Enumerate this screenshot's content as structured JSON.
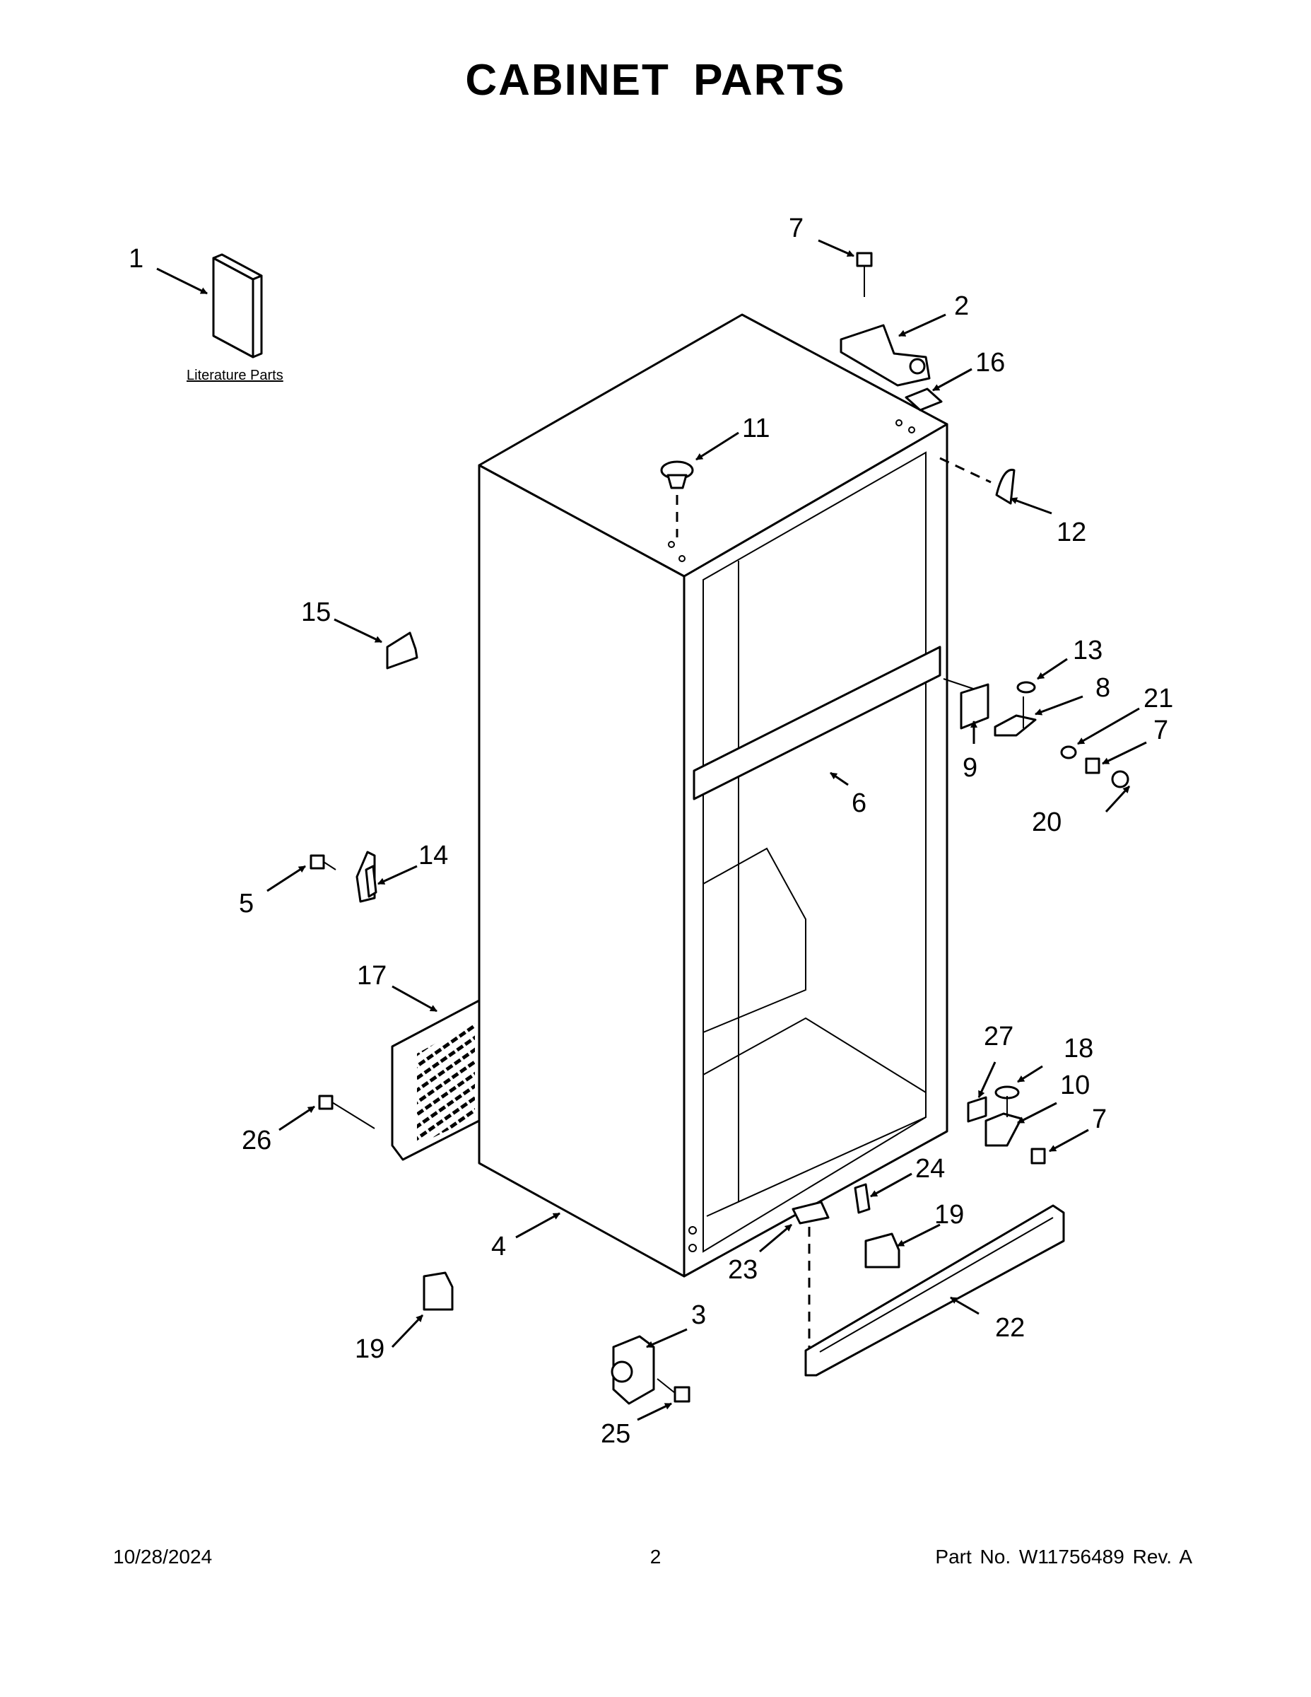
{
  "title": "CABINET PARTS",
  "literature_label": "Literature Parts",
  "callouts": {
    "c1": "1",
    "c2": "2",
    "c3": "3",
    "c4": "4",
    "c5": "5",
    "c6": "6",
    "c7a": "7",
    "c7b": "7",
    "c7c": "7",
    "c8": "8",
    "c9": "9",
    "c10": "10",
    "c11": "11",
    "c12": "12",
    "c13": "13",
    "c14": "14",
    "c15": "15",
    "c16": "16",
    "c17": "17",
    "c18": "18",
    "c19a": "19",
    "c19b": "19",
    "c20": "20",
    "c21": "21",
    "c22": "22",
    "c23": "23",
    "c24": "24",
    "c25": "25",
    "c26": "26",
    "c27": "27"
  },
  "footer": {
    "date": "10/28/2024",
    "page": "2",
    "part_no": "Part No.  W11756489  Rev.  A"
  }
}
